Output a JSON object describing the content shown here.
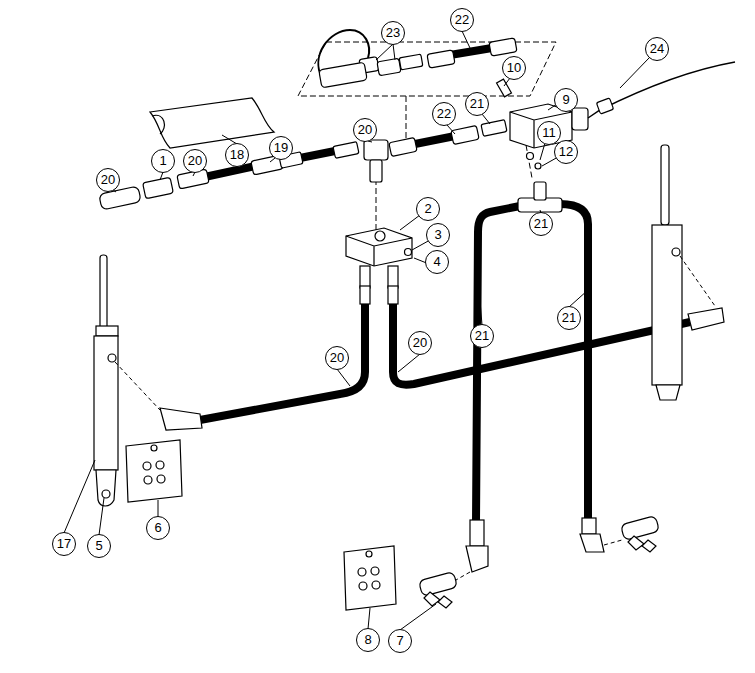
{
  "diagram": {
    "labels": [
      "22",
      "23",
      "24",
      "10",
      "9",
      "21",
      "22",
      "20",
      "11",
      "19",
      "12",
      "18",
      "1",
      "20",
      "20",
      "2",
      "21",
      "3",
      "4",
      "21",
      "21",
      "20",
      "20",
      "6",
      "17",
      "5",
      "8",
      "7"
    ]
  }
}
